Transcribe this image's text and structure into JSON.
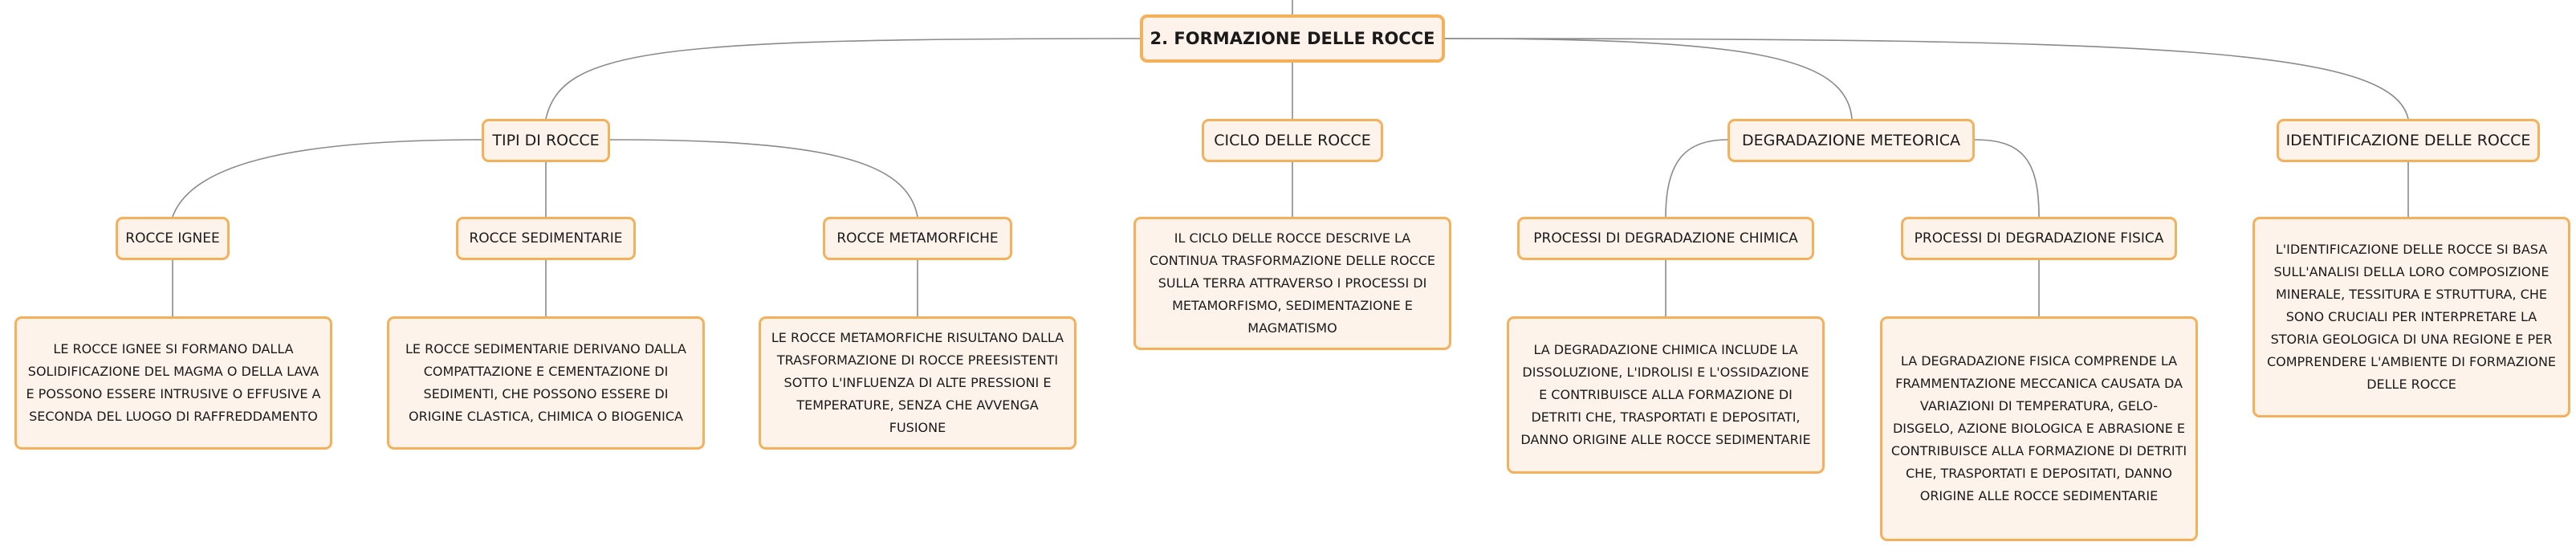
{
  "map": {
    "root": "2. FORMAZIONE DELLE ROCCE",
    "tipi": {
      "label": "TIPI DI ROCCE",
      "ignee": {
        "label": "ROCCE IGNEE",
        "text": "LE ROCCE IGNEE SI FORMANO DALLA SOLIDIFICAZIONE DEL MAGMA O DELLA LAVA E POSSONO ESSERE INTRUSIVE O EFFUSIVE A SECONDA DEL LUOGO DI RAFFREDDAMENTO"
      },
      "sedimentarie": {
        "label": "ROCCE SEDIMENTARIE",
        "text": "LE ROCCE SEDIMENTARIE DERIVANO DALLA COMPATTAZIONE E CEMENTAZIONE DI SEDIMENTI, CHE POSSONO ESSERE DI ORIGINE CLASTICA, CHIMICA O BIOGENICA"
      },
      "metamorfiche": {
        "label": "ROCCE METAMORFICHE",
        "text": "LE ROCCE METAMORFICHE RISULTANO DALLA TRASFORMAZIONE DI ROCCE PREESISTENTI SOTTO L'INFLUENZA DI ALTE PRESSIONI E TEMPERATURE, SENZA CHE AVVENGA FUSIONE"
      }
    },
    "ciclo": {
      "label": "CICLO DELLE ROCCE",
      "text": "IL CICLO DELLE ROCCE DESCRIVE LA CONTINUA TRASFORMAZIONE DELLE ROCCE SULLA TERRA ATTRAVERSO I PROCESSI DI METAMORFISMO, SEDIMENTAZIONE E MAGMATISMO"
    },
    "degradazione": {
      "label": "DEGRADAZIONE METEORICA",
      "chimica": {
        "label": "PROCESSI DI DEGRADAZIONE CHIMICA",
        "text": "LA DEGRADAZIONE CHIMICA INCLUDE LA DISSOLUZIONE, L'IDROLISI E L'OSSIDAZIONE E CONTRIBUISCE ALLA FORMAZIONE DI DETRITI CHE, TRASPORTATI E DEPOSITATI, DANNO ORIGINE ALLE ROCCE SEDIMENTARIE"
      },
      "fisica": {
        "label": "PROCESSI DI DEGRADAZIONE FISICA",
        "text": "LA DEGRADAZIONE FISICA COMPRENDE LA FRAMMENTAZIONE MECCANICA CAUSATA DA VARIAZIONI DI TEMPERATURA, GELO-DISGELO, AZIONE BIOLOGICA E ABRASIONE E CONTRIBUISCE ALLA FORMAZIONE DI DETRITI CHE, TRASPORTATI E DEPOSITATI, DANNO ORIGINE ALLE ROCCE SEDIMENTARIE"
      }
    },
    "identificazione": {
      "label": "IDENTIFICAZIONE DELLE ROCCE",
      "text": "L'IDENTIFICAZIONE DELLE ROCCE SI BASA SULL'ANALISI DELLA LORO COMPOSIZIONE MINERALE, TESSITURA E STRUTTURA, CHE SONO CRUCIALI PER INTERPRETARE LA STORIA GEOLOGICA DI UNA REGIONE E PER COMPRENDERE L'AMBIENTE DI FORMAZIONE DELLE ROCCE"
    }
  }
}
